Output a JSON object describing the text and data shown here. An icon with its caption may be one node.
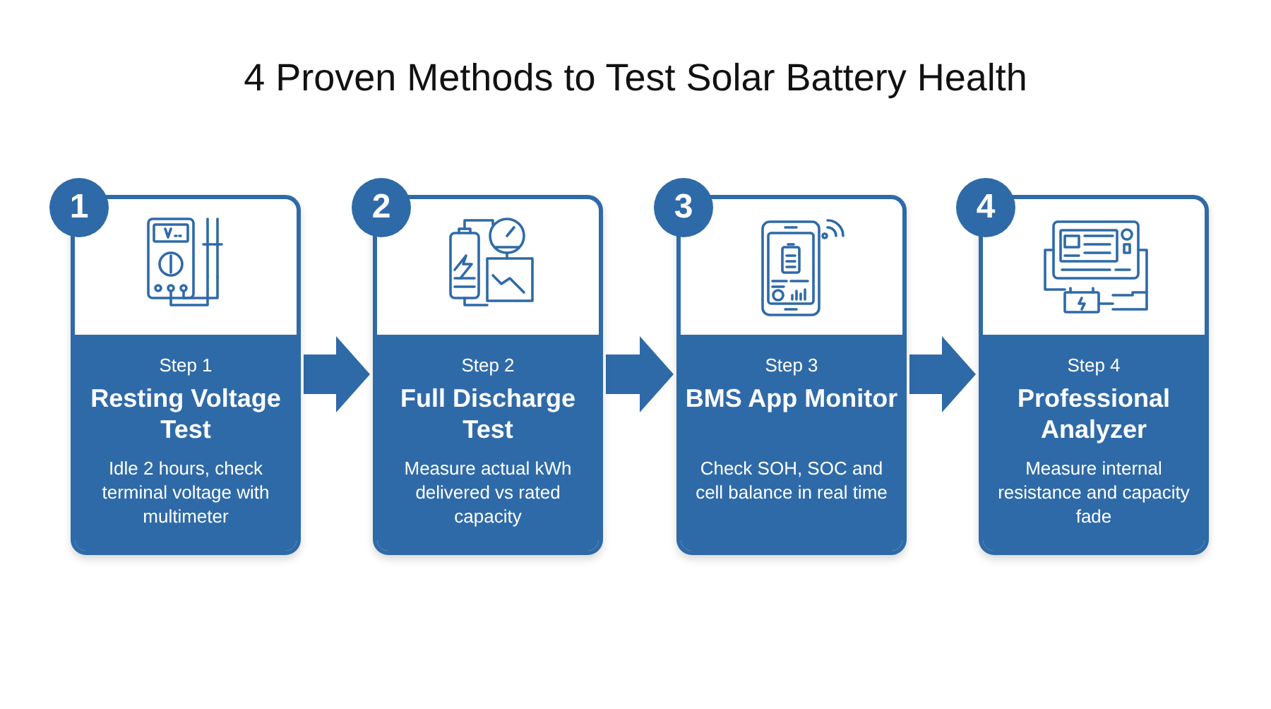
{
  "diagram": {
    "title": "4 Proven Methods to Test Solar Battery Health",
    "nodes": [
      {
        "text": [
          "1"
        ]
      },
      {
        "text": [
          "Step 1",
          "Resting Voltage Test",
          "Idle 2 hours, check terminal voltage with multimeter"
        ]
      },
      {
        "text": [
          "2"
        ]
      },
      {
        "text": [
          "Step 2",
          "Full Discharge Test",
          "Measure actual kWh delivered vs rated capacity"
        ]
      },
      {
        "text": [
          "3"
        ]
      },
      {
        "text": [
          "Step 3",
          "BMS App Monitor",
          "Check SOH, SOC and cell balance in real time"
        ]
      },
      {
        "text": [
          "4"
        ]
      },
      {
        "text": [
          "Step 4",
          "Professional Analyzer",
          "Measure internal resistance and capacity fade"
        ]
      }
    ],
    "edges": [
      {
        "from": 1,
        "to": 3,
        "arrow": "to"
      },
      {
        "from": 3,
        "to": 5,
        "arrow": "to"
      },
      {
        "from": 5,
        "to": 7,
        "arrow": "to"
      }
    ]
  }
}
